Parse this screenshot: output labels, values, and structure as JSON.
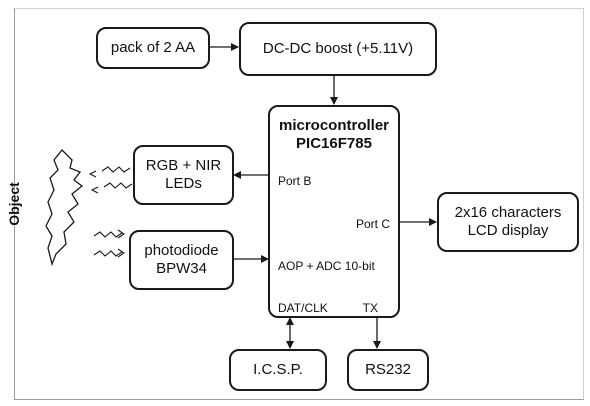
{
  "blocks": {
    "battery": {
      "label": "pack of 2 AA"
    },
    "boost": {
      "label": "DC-DC boost (+5.11V)"
    },
    "mcu": {
      "title_line1": "microcontroller",
      "title_line2": "PIC16F785"
    },
    "leds": {
      "line1": "RGB + NIR",
      "line2": "LEDs"
    },
    "photodiode": {
      "line1": "photodiode",
      "line2": "BPW34"
    },
    "lcd": {
      "line1": "2x16 characters",
      "line2": "LCD display"
    },
    "icsp": {
      "label": "I.C.S.P."
    },
    "rs232": {
      "label": "RS232"
    }
  },
  "ports": {
    "port_b": "Port B",
    "port_c": "Port C",
    "aop_adc": "AOP + ADC 10-bit",
    "dat_clk": "DAT/CLK",
    "tx": "TX"
  },
  "object": {
    "label": "Object"
  },
  "colors": {
    "stroke": "#1a1a1a",
    "frame": "#9a9a9a",
    "background": "#ffffff"
  }
}
